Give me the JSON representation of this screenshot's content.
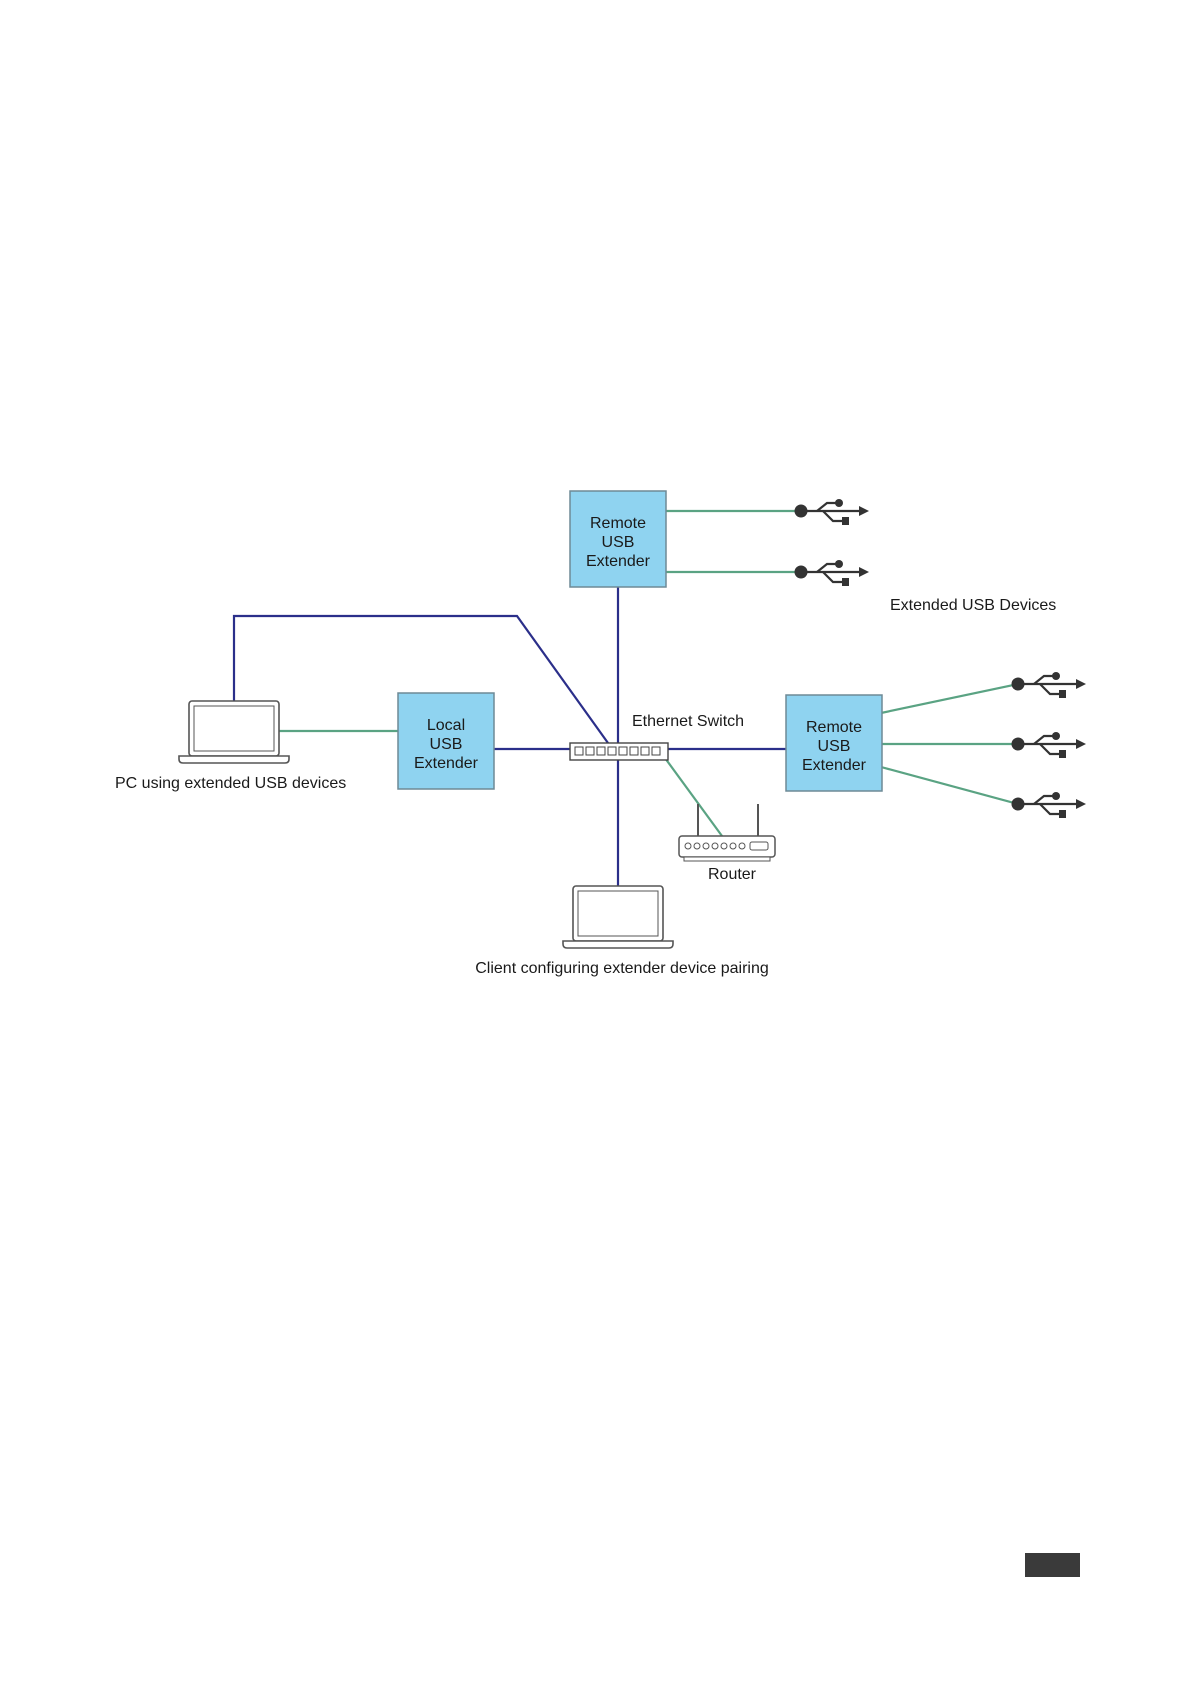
{
  "diagram": {
    "extender_remote_top": [
      "Remote",
      "USB",
      "Extender"
    ],
    "extender_local": [
      "Local",
      "USB",
      "Extender"
    ],
    "extender_remote_right": [
      "Remote",
      "USB",
      "Extender"
    ],
    "labels": {
      "pc": "PC using extended USB devices",
      "switch": "Ethernet Switch",
      "router": "Router",
      "client": "Client configuring extender device pairing",
      "usb_devices": "Extended USB Devices"
    },
    "icons": {
      "usb": "usb-icon",
      "laptop": "laptop-icon",
      "router": "router-icon",
      "switch": "ethernet-switch-icon"
    },
    "colors": {
      "extender_fill": "#8fd3f0",
      "extender_stroke": "#6e8a96",
      "ethernet_line": "#2b2f8a",
      "usb_line": "#5aa383",
      "icon": "#333333"
    }
  }
}
